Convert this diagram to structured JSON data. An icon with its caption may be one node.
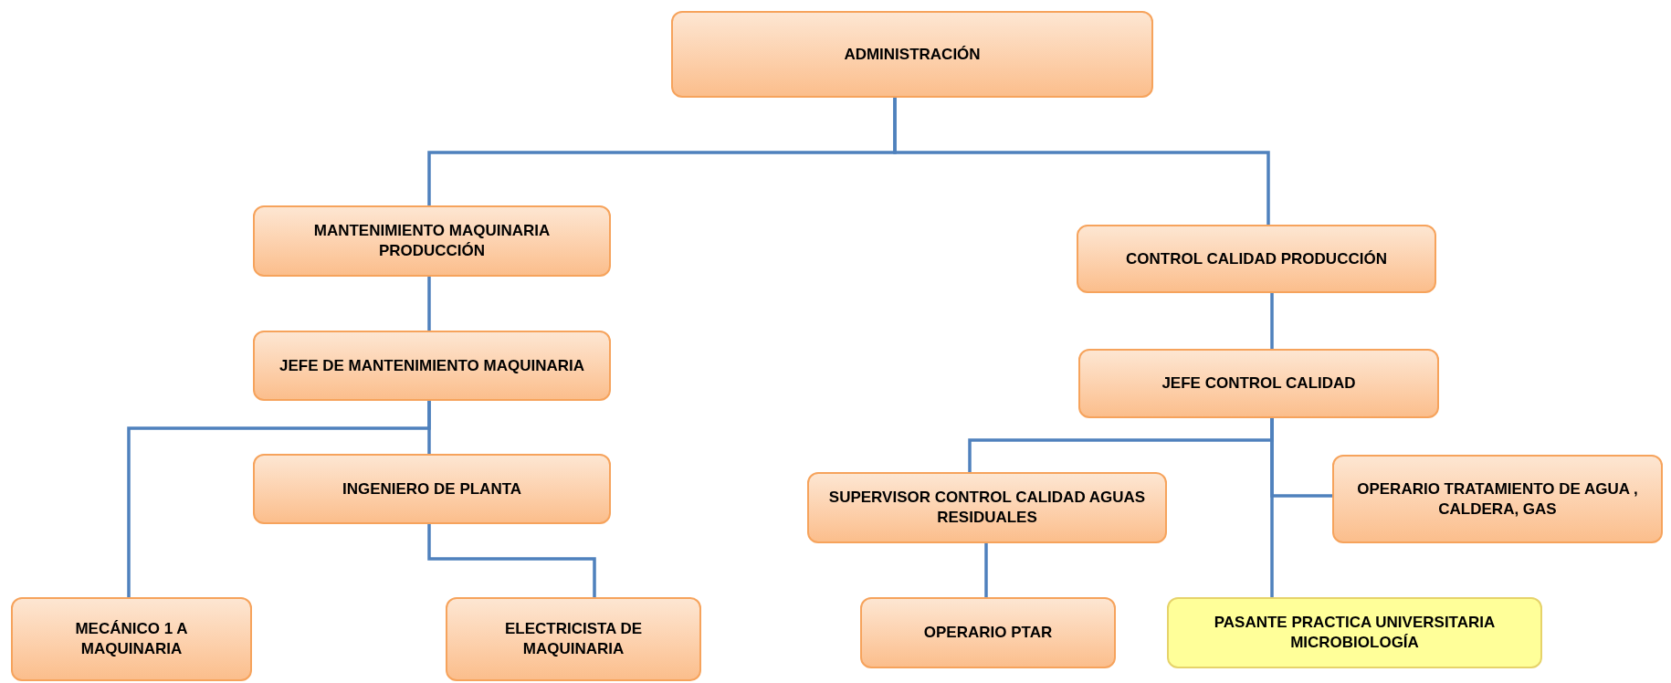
{
  "diagram": {
    "nodes": [
      {
        "text": [
          "ADMINISTRACIÓN"
        ]
      },
      {
        "text": [
          "MANTENIMIENTO MAQUINARIA PRODUCCIÓN"
        ]
      },
      {
        "text": [
          "CONTROL CALIDAD PRODUCCIÓN"
        ]
      },
      {
        "text": [
          "JEFE DE MANTENIMIENTO MAQUINARIA"
        ]
      },
      {
        "text": [
          "JEFE CONTROL CALIDAD"
        ]
      },
      {
        "text": [
          "INGENIERO DE PLANTA"
        ]
      },
      {
        "text": [
          "SUPERVISOR CONTROL CALIDAD AGUAS RESIDUALES"
        ]
      },
      {
        "text": [
          "OPERARIO TRATAMIENTO DE AGUA , CALDERA, GAS"
        ]
      },
      {
        "text": [
          "MECÁNICO 1 A MAQUINARIA"
        ]
      },
      {
        "text": [
          "ELECTRICISTA DE MAQUINARIA"
        ]
      },
      {
        "text": [
          "OPERARIO PTAR"
        ]
      },
      {
        "text": [
          "PASANTE PRACTICA UNIVERSITARIA MICROBIOLOGÍA"
        ]
      }
    ],
    "edges": [
      {
        "from": 0,
        "to": 1,
        "arrow": "none"
      },
      {
        "from": 0,
        "to": 2,
        "arrow": "none"
      },
      {
        "from": 1,
        "to": 3,
        "arrow": "none"
      },
      {
        "from": 2,
        "to": 4,
        "arrow": "none"
      },
      {
        "from": 3,
        "to": 5,
        "arrow": "none"
      },
      {
        "from": 3,
        "to": 8,
        "arrow": "none"
      },
      {
        "from": 5,
        "to": 9,
        "arrow": "none"
      },
      {
        "from": 4,
        "to": 6,
        "arrow": "none"
      },
      {
        "from": 4,
        "to": 7,
        "arrow": "none"
      },
      {
        "from": 4,
        "to": 11,
        "arrow": "none"
      },
      {
        "from": 6,
        "to": 10,
        "arrow": "none"
      }
    ]
  }
}
